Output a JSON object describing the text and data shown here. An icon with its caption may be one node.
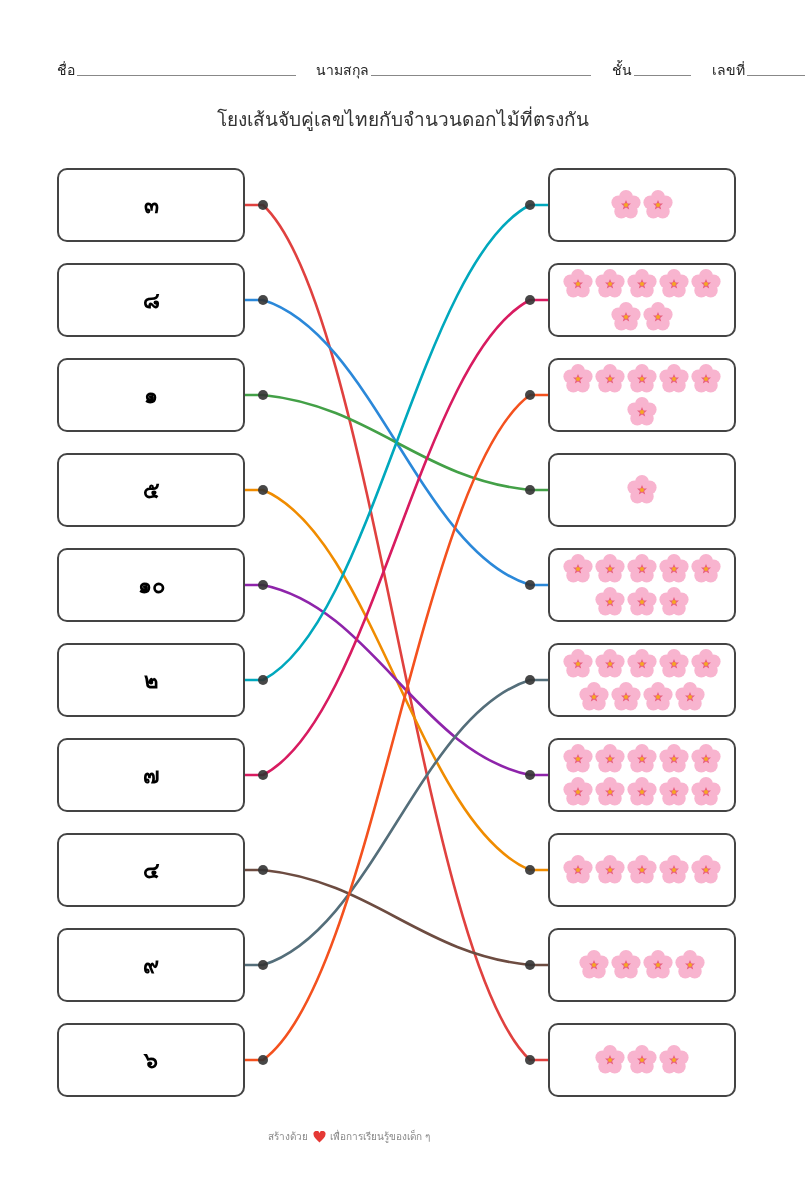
{
  "diagram": {
    "title": "โยงเส้นจับคู่เลขไทยกับจำนวนดอกไม้ที่ตรงกัน",
    "nodes": [
      {
        "text": [
          "๓"
        ]
      },
      {
        "text": [
          "๘"
        ]
      },
      {
        "text": [
          "๑"
        ]
      },
      {
        "text": [
          "๕"
        ]
      },
      {
        "text": [
          "๑๐"
        ]
      },
      {
        "text": [
          "๒"
        ]
      },
      {
        "text": [
          "๗"
        ]
      },
      {
        "text": [
          "๔"
        ]
      },
      {
        "text": [
          "๙"
        ]
      },
      {
        "text": [
          "๖"
        ]
      },
      {
        "text": [],
        "shape": "picture"
      },
      {
        "text": [],
        "shape": "picture"
      },
      {
        "text": [],
        "shape": "picture"
      },
      {
        "text": [],
        "shape": "picture"
      },
      {
        "text": [],
        "shape": "picture"
      },
      {
        "text": [],
        "shape": "picture"
      },
      {
        "text": [],
        "shape": "picture"
      },
      {
        "text": [],
        "shape": "picture"
      },
      {
        "text": [],
        "shape": "picture"
      },
      {
        "text": [],
        "shape": "picture"
      }
    ],
    "edges": [
      {
        "from": 0,
        "to": 19,
        "arrow": "none",
        "color": "#e0413f"
      },
      {
        "from": 1,
        "to": 14,
        "arrow": "none",
        "color": "#2b88d9"
      },
      {
        "from": 2,
        "to": 13,
        "arrow": "none",
        "color": "#43a047"
      },
      {
        "from": 3,
        "to": 17,
        "arrow": "none",
        "color": "#f08c00"
      },
      {
        "from": 4,
        "to": 16,
        "arrow": "none",
        "color": "#8e24aa"
      },
      {
        "from": 5,
        "to": 10,
        "arrow": "none",
        "color": "#00a8bd"
      },
      {
        "from": 6,
        "to": 11,
        "arrow": "none",
        "color": "#d81b60"
      },
      {
        "from": 7,
        "to": 18,
        "arrow": "none",
        "color": "#6d4c41"
      },
      {
        "from": 8,
        "to": 15,
        "arrow": "none",
        "color": "#546e7a"
      },
      {
        "from": 9,
        "to": 12,
        "arrow": "none",
        "color": "#f4511e"
      }
    ],
    "labels": [
      "ชื่อ",
      "นามสกุล",
      "ชั้น",
      "เลขที่",
      "สร้างด้วย",
      "เพื่อการเรียนรู้ของเด็ก ๆ"
    ]
  }
}
